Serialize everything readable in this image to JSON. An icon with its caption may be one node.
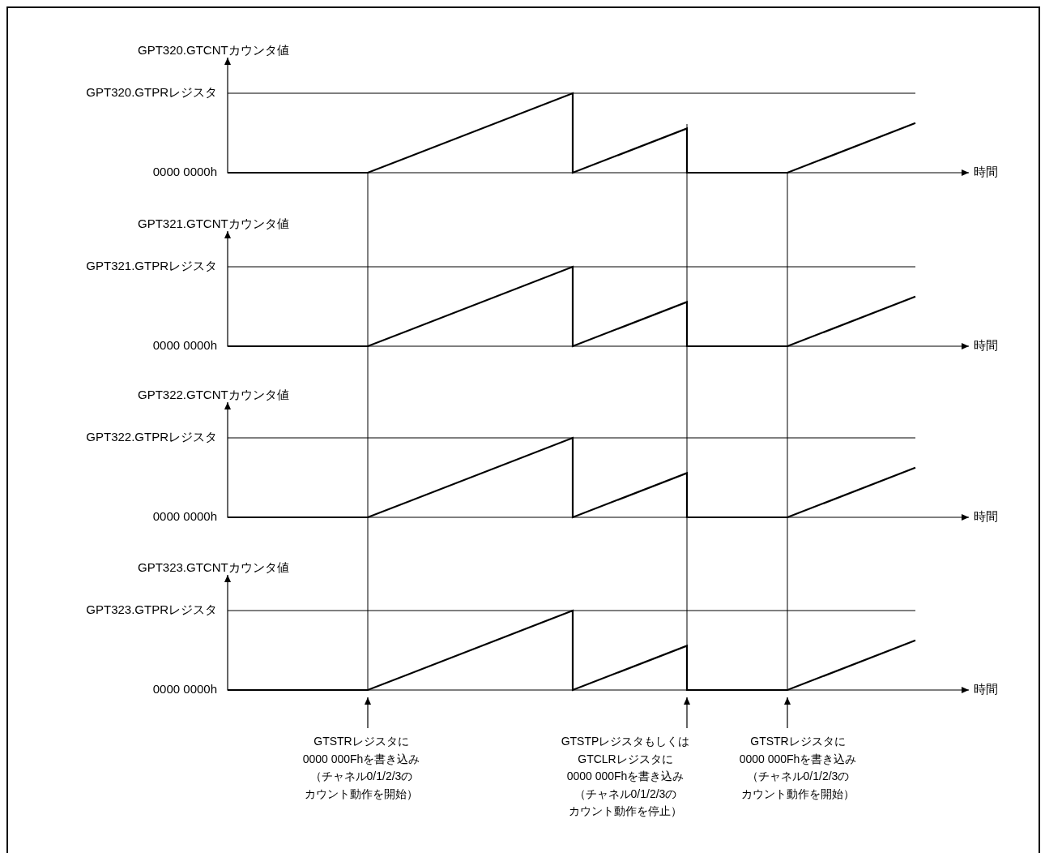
{
  "diagram": {
    "nodes": [
      {
        "text": [
          "GTSTRレジスタに",
          "0000 000Fhを書き込み",
          "（チャネル0/1/2/3の",
          "カウント動作を開始）"
        ]
      },
      {
        "text": [
          "GTSTPレジスタもしくは",
          "GTCLRレジスタに",
          "0000 000Fhを書き込み",
          "（チャネル0/1/2/3の",
          "カウント動作を停止）"
        ]
      },
      {
        "text": [
          "GTSTRレジスタに",
          "0000 000Fhを書き込み",
          "（チャネル0/1/2/3の",
          "カウント動作を開始）"
        ]
      },
      {
        "text": [],
        "shape": "axis"
      }
    ],
    "edges": [
      {
        "from": 0,
        "to": 3,
        "arrow": "to"
      },
      {
        "from": 1,
        "to": 3,
        "arrow": "to"
      },
      {
        "from": 2,
        "to": 3,
        "arrow": "to"
      }
    ],
    "labels": [
      "GPT320.GTCNTカウンタ値",
      "GPT320.GTPRレジスタ",
      "0000 0000h",
      "時間",
      "GPT321.GTCNTカウンタ値",
      "GPT321.GTPRレジスタ",
      "0000 0000h",
      "時間",
      "GPT322.GTCNTカウンタ値",
      "GPT322.GTPRレジスタ",
      "0000 0000h",
      "時間",
      "GPT323.GTCNTカウンタ値",
      "GPT323.GTPRレジスタ",
      "0000 0000h",
      "時間"
    ]
  }
}
